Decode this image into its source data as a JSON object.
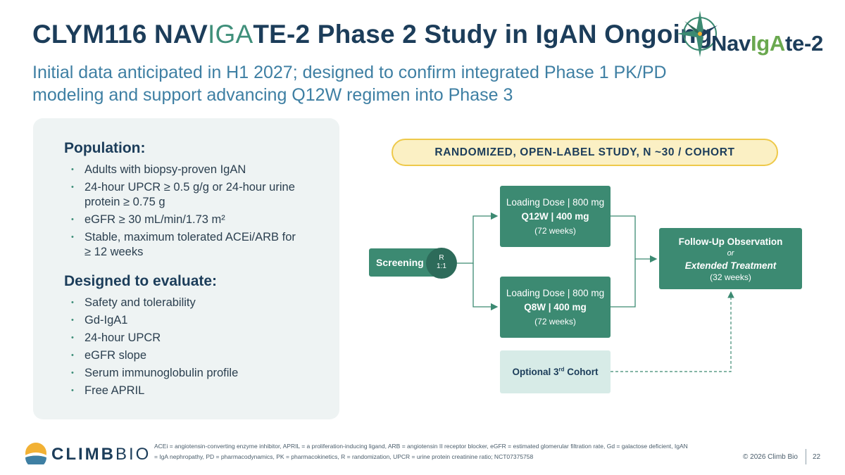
{
  "header": {
    "title_pre": "CLYM116 NAV",
    "title_hl": "IGA",
    "title_post": "TE-2 Phase 2 Study in IgAN Ongoing",
    "subtitle_line1": "Initial data anticipated in H1 2027; designed to confirm integrated Phase 1 PK/PD",
    "subtitle_line2": "modeling and support advancing Q12W regimen into Phase 3"
  },
  "brand_logo": {
    "pre": "Nav",
    "mid": "IgA",
    "post": "te-2"
  },
  "population": {
    "heading": "Population:",
    "items": [
      "Adults with biopsy-proven IgAN",
      "24-hour UPCR ≥ 0.5 g/g or 24-hour urine protein ≥ 0.75 g",
      "eGFR ≥ 30 mL/min/1.73 m²",
      "Stable, maximum tolerated ACEi/ARB for ≥ 12 weeks"
    ]
  },
  "evaluate": {
    "heading": "Designed to evaluate:",
    "items": [
      "Safety and tolerability",
      "Gd-IgA1",
      "24-hour UPCR",
      "eGFR slope",
      "Serum immunoglobulin profile",
      "Free APRIL"
    ]
  },
  "bullet_char": "•",
  "study": {
    "banner": "RANDOMIZED, OPEN-LABEL STUDY, N ~30 / COHORT",
    "screening": "Screening",
    "rand_line1": "R",
    "rand_line2": "1:1",
    "arm1": {
      "line1": "Loading Dose | 800 mg",
      "line2": "Q12W | 400 mg",
      "line3": "(72 weeks)"
    },
    "arm2": {
      "line1": "Loading Dose | 800 mg",
      "line2": "Q8W | 400 mg",
      "line3": "(72 weeks)"
    },
    "followup": {
      "line1": "Follow-Up Observation",
      "line2": "or",
      "line3": "Extended Treatment",
      "line4": "(32 weeks)"
    },
    "optional": {
      "pre": "Optional 3",
      "sup": "rd",
      "post": " Cohort"
    }
  },
  "footer": {
    "logo_bold": "CLIMB",
    "logo_light": "BIO",
    "footnote": "ACEi = angiotensin-converting enzyme inhibitor, APRIL = a proliferation-inducing ligand, ARB = angiotensin II receptor blocker, eGFR = estimated glomerular filtration rate, Gd = galactose deficient, IgAN = IgA nephropathy, PD = pharmacodynamics, PK = pharmacokinetics, R = randomization, UPCR = urine protein creatinine ratio; NCT07375758",
    "copyright": "© 2026 Climb Bio",
    "page": "22"
  },
  "colors": {
    "navy": "#1c3d5a",
    "teal": "#3c8a72",
    "teal_dark": "#2d6b5a",
    "teal_light": "#d7ebe7",
    "subtitle_blue": "#3e7fa3",
    "panel_bg": "#eef3f3",
    "banner_fill": "#fbf0c4",
    "banner_border": "#eec94a",
    "logo_green": "#6aa84f",
    "logo_gold": "#f2b134"
  }
}
